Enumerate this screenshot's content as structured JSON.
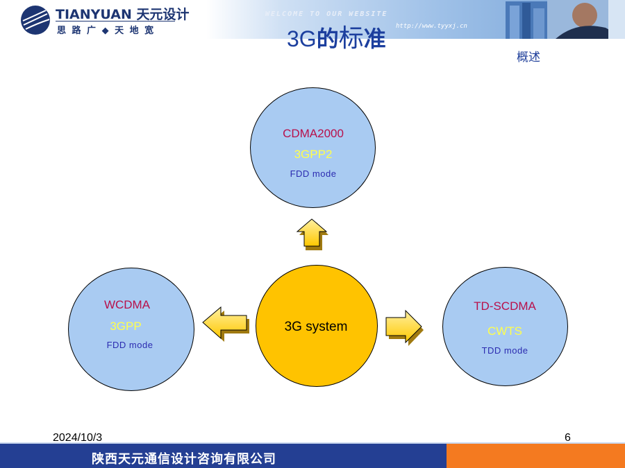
{
  "header": {
    "logo_brand": "TIANYUAN 天元设计",
    "logo_slogan": "思 路 广 ◆ 天 地 宽",
    "banner_text": "WELCOME TO OUR WEBSITE",
    "banner_url": "http://www.tyyxj.cn",
    "colors": {
      "brand": "#1d3572",
      "banner": "#9fc1e8"
    }
  },
  "slide": {
    "title_part1": "3G",
    "title_part2": "的",
    "title_part3": "标",
    "title_part4": "准",
    "section_label": "概述"
  },
  "diagram": {
    "center": {
      "label": "3G system",
      "color": "#ffc300"
    },
    "nodes": [
      {
        "id": "top",
        "standard": "CDMA2000",
        "organization": "3GPP2",
        "mode": "FDD mode"
      },
      {
        "id": "left",
        "standard": "WCDMA",
        "organization": "3GPP",
        "mode": "FDD mode"
      },
      {
        "id": "right",
        "standard": "TD-SCDMA",
        "organization": "CWTS",
        "mode": "TDD mode"
      }
    ],
    "colors": {
      "node_fill": "#a9cbf2",
      "standard_text": "#b8104a",
      "organization_text": "#ffff4d",
      "mode_text": "#2b2bb0",
      "arrow_fill": "#ffd21a"
    }
  },
  "footer": {
    "date": "2024/10/3",
    "page": "6",
    "company": "陕西天元通信设计咨询有限公司",
    "colors": {
      "bar": "#243f93",
      "accent": "#f47a20"
    }
  }
}
